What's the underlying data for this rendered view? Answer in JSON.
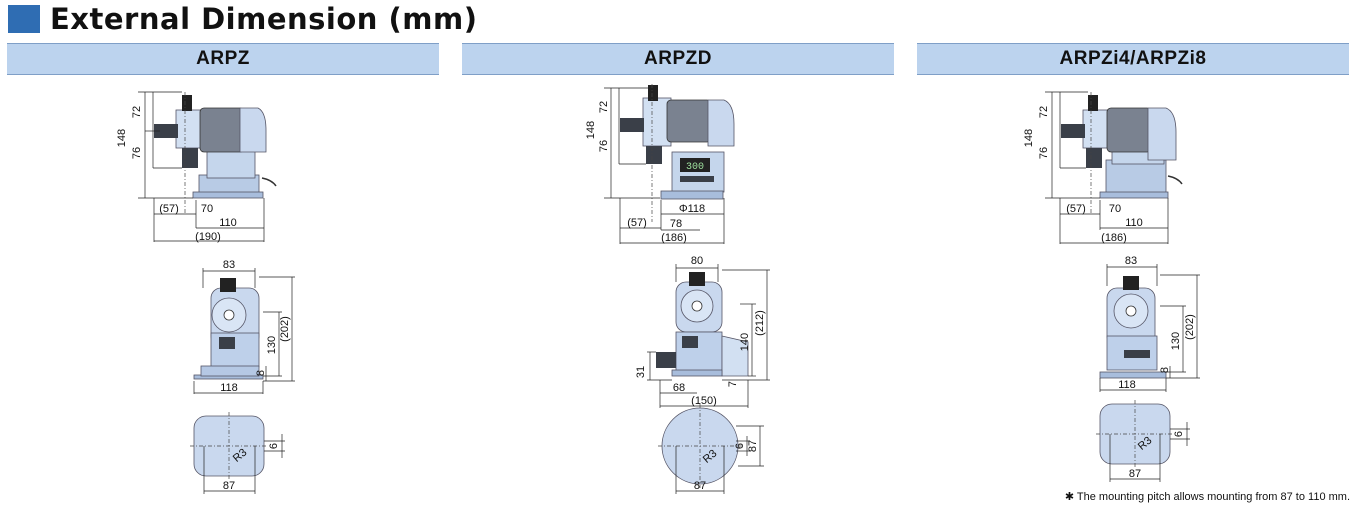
{
  "page": {
    "title": "External Dimension (mm)",
    "note": "✱ The mounting pitch allows mounting from 87 to 110 mm."
  },
  "columns": [
    {
      "name": "ARPZ",
      "side": {
        "h_total": "148",
        "h_upper": "72",
        "h_lower": "76",
        "w_left": "(57)",
        "w_mid": "70",
        "w_base": "110",
        "w_total": "(190)"
      },
      "front": {
        "w_top": "83",
        "h_total": "(202)",
        "h_body": "130",
        "h_base": "8",
        "w_base": "118"
      },
      "base": {
        "w": "87",
        "radius": "R3",
        "slot": "6"
      }
    },
    {
      "name": "ARPZD",
      "side": {
        "h_total": "148",
        "h_upper": "72",
        "h_lower": "76",
        "w_left": "(57)",
        "w_mid": "78",
        "w_base": "Φ118",
        "w_total": "(186)",
        "display": "300"
      },
      "front": {
        "w_top": "80",
        "h_total": "(212)",
        "h_body": "140",
        "h_base": "7",
        "h_cable": "31",
        "w_left": "68",
        "w_total": "(150)"
      },
      "base": {
        "w": "87",
        "radius": "R3",
        "slot": "6",
        "h": "87"
      }
    },
    {
      "name": "ARPZi4/ARPZi8",
      "side": {
        "h_total": "148",
        "h_upper": "72",
        "h_lower": "76",
        "w_left": "(57)",
        "w_mid": "70",
        "w_base": "110",
        "w_total": "(186)"
      },
      "front": {
        "w_top": "83",
        "h_total": "(202)",
        "h_body": "130",
        "h_base": "8",
        "w_base": "118"
      },
      "base": {
        "w": "87",
        "radius": "R3",
        "slot": "6"
      }
    }
  ]
}
